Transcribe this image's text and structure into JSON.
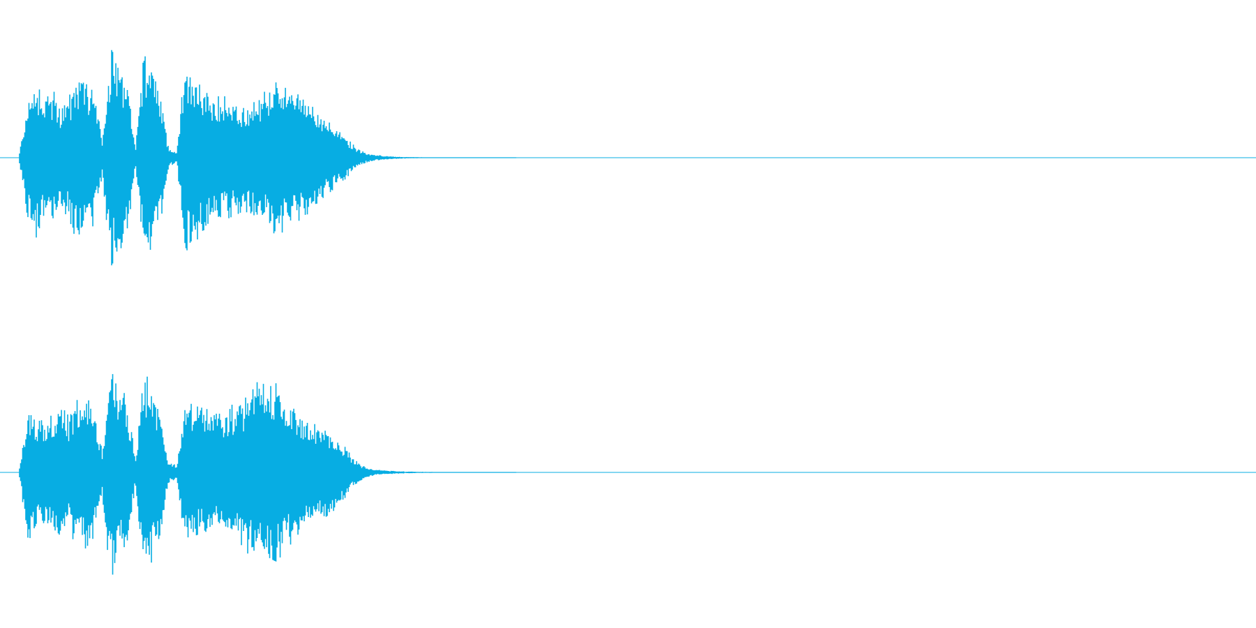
{
  "waveform": {
    "color": "#07ADE3",
    "background": "#FFFFFF",
    "channels": [
      {
        "name": "channel-1",
        "envelope": [
          0.05,
          0.55,
          0.72,
          0.5,
          0.62,
          0.45,
          0.55,
          0.78,
          0.7,
          0.6,
          0.15,
          0.98,
          0.85,
          0.7,
          0.1,
          0.92,
          0.85,
          0.6,
          0.08,
          0.05,
          0.88,
          0.8,
          0.66,
          0.62,
          0.55,
          0.55,
          0.52,
          0.48,
          0.5,
          0.55,
          0.62,
          0.7,
          0.66,
          0.58,
          0.56,
          0.52,
          0.4,
          0.34,
          0.28,
          0.22,
          0.14,
          0.07,
          0.04,
          0.025,
          0.018,
          0.012,
          0.008,
          0.006,
          0.005,
          0.004,
          0.004,
          0.004,
          0.004,
          0.003,
          0.003,
          0.003,
          0.003,
          0.002,
          0.002,
          0.002,
          0.002
        ]
      },
      {
        "name": "channel-2",
        "envelope": [
          0.05,
          0.62,
          0.5,
          0.45,
          0.55,
          0.6,
          0.5,
          0.72,
          0.68,
          0.58,
          0.2,
          1.0,
          0.8,
          0.66,
          0.12,
          0.9,
          0.8,
          0.55,
          0.1,
          0.06,
          0.65,
          0.6,
          0.58,
          0.56,
          0.54,
          0.58,
          0.62,
          0.66,
          0.78,
          0.82,
          0.76,
          0.8,
          0.72,
          0.62,
          0.52,
          0.42,
          0.44,
          0.4,
          0.34,
          0.26,
          0.16,
          0.08,
          0.04,
          0.025,
          0.018,
          0.014,
          0.01,
          0.008,
          0.006,
          0.005,
          0.004,
          0.004,
          0.004,
          0.003,
          0.003,
          0.003,
          0.003,
          0.002,
          0.002,
          0.002,
          0.002
        ]
      }
    ]
  }
}
